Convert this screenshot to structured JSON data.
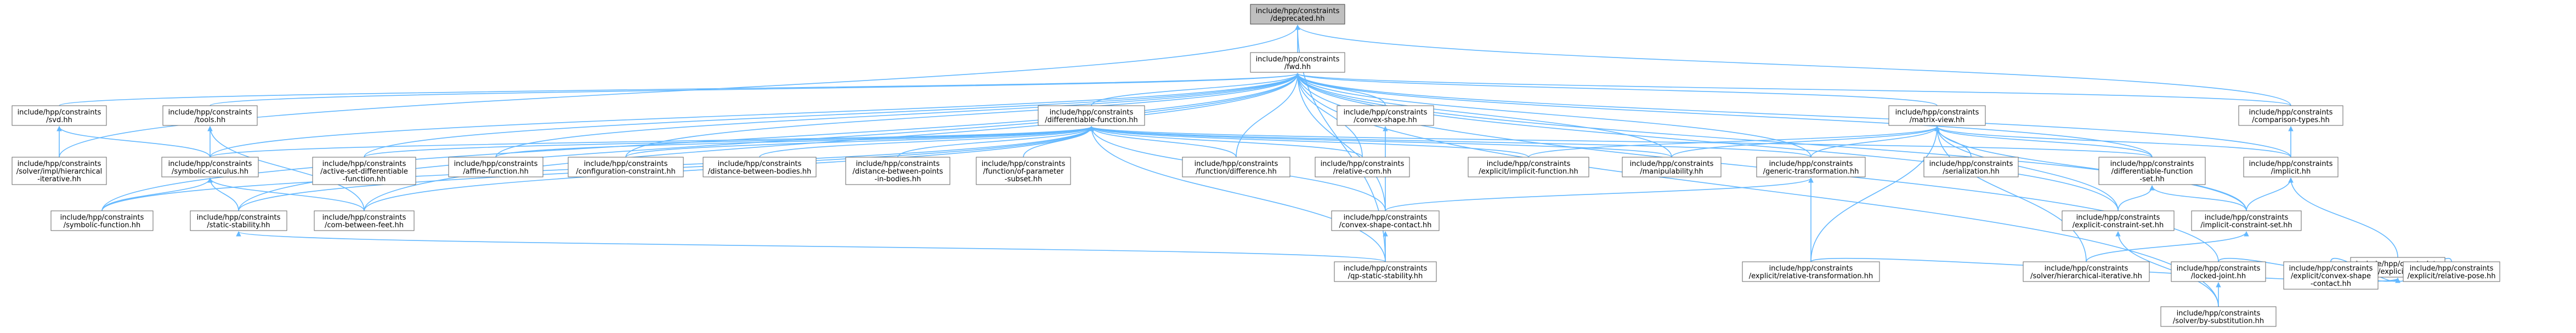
{
  "colors": {
    "edge": "#63b8ff",
    "node_border": "#666666",
    "root_fill": "#bfbfbf"
  },
  "nodes": {
    "deprecated": [
      "include/hpp/constraints",
      "/deprecated.hh"
    ],
    "fwd": [
      "include/hpp/constraints",
      "/fwd.hh"
    ],
    "svd": [
      "include/hpp/constraints",
      "/svd.hh"
    ],
    "tools": [
      "include/hpp/constraints",
      "/tools.hh"
    ],
    "diff_fn": [
      "include/hpp/constraints",
      "/differentiable-function.hh"
    ],
    "convex_shape": [
      "include/hpp/constraints",
      "/convex-shape.hh"
    ],
    "matrix_view": [
      "include/hpp/constraints",
      "/matrix-view.hh"
    ],
    "comparison": [
      "include/hpp/constraints",
      "/comparison-types.hh"
    ],
    "solver_hier_iter": [
      "include/hpp/constraints",
      "/solver/impl/hierarchical",
      "-iterative.hh"
    ],
    "symbolic_calc": [
      "include/hpp/constraints",
      "/symbolic-calculus.hh"
    ],
    "active_set": [
      "include/hpp/constraints",
      "/active-set-differentiable",
      "-function.hh"
    ],
    "affine": [
      "include/hpp/constraints",
      "/affine-function.hh"
    ],
    "config_constraint": [
      "include/hpp/constraints",
      "/configuration-constraint.hh"
    ],
    "dist_bodies": [
      "include/hpp/constraints",
      "/distance-between-bodies.hh"
    ],
    "dist_points": [
      "include/hpp/constraints",
      "/distance-between-points",
      "-in-bodies.hh"
    ],
    "fn_param_subset": [
      "include/hpp/constraints",
      "/function/of-parameter",
      "-subset.hh"
    ],
    "fn_difference": [
      "include/hpp/constraints",
      "/function/difference.hh"
    ],
    "relative_com": [
      "include/hpp/constraints",
      "/relative-com.hh"
    ],
    "explicit_implicit": [
      "include/hpp/constraints",
      "/explicit/implicit-function.hh"
    ],
    "manipulability": [
      "include/hpp/constraints",
      "/manipulability.hh"
    ],
    "generic_transf": [
      "include/hpp/constraints",
      "/generic-transformation.hh"
    ],
    "serialization": [
      "include/hpp/constraints",
      "/serialization.hh"
    ],
    "diff_fn_set": [
      "include/hpp/constraints",
      "/differentiable-function",
      "-set.hh"
    ],
    "implicit": [
      "include/hpp/constraints",
      "/implicit.hh"
    ],
    "symbolic_fn": [
      "include/hpp/constraints",
      "/symbolic-function.hh"
    ],
    "static_stability": [
      "include/hpp/constraints",
      "/static-stability.hh"
    ],
    "com_between_feet": [
      "include/hpp/constraints",
      "/com-between-feet.hh"
    ],
    "convex_shape_contact": [
      "include/hpp/constraints",
      "/convex-shape-contact.hh"
    ],
    "explicit_cset": [
      "include/hpp/constraints",
      "/explicit-constraint-set.hh"
    ],
    "implicit_cset": [
      "include/hpp/constraints",
      "/implicit-constraint-set.hh"
    ],
    "explicit": [
      "include/hpp/constraints",
      "/explicit.hh"
    ],
    "qp_static": [
      "include/hpp/constraints",
      "/qp-static-stability.hh"
    ],
    "explicit_rel_transf": [
      "include/hpp/constraints",
      "/explicit/relative-transformation.hh"
    ],
    "solver_hier": [
      "include/hpp/constraints",
      "/solver/hierarchical-iterative.hh"
    ],
    "locked_joint": [
      "include/hpp/constraints",
      "/locked-joint.hh"
    ],
    "explicit_convex": [
      "include/hpp/constraints",
      "/explicit/convex-shape",
      "-contact.hh"
    ],
    "explicit_rel_pose": [
      "include/hpp/constraints",
      "/explicit/relative-pose.hh"
    ],
    "solver_by_subst": [
      "include/hpp/constraints",
      "/solver/by-substitution.hh"
    ]
  }
}
